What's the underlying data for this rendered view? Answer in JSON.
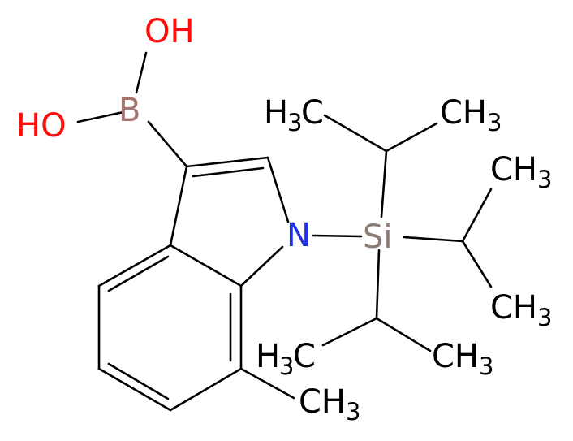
{
  "colors": {
    "bond": "#000000",
    "oxygen": "#ff0d0d",
    "boron": "#a57470",
    "nitrogen": "#1e33e6",
    "silicon": "#8c7a74",
    "carbon": "#000000"
  },
  "labels": {
    "oh_top": "OH",
    "ho_left": "HO",
    "boron": "B",
    "nitrogen": "N",
    "silicon": "Si",
    "methyl_letter": "CH",
    "methyl_h": "H",
    "methyl_c": "C",
    "sub3": "3"
  }
}
